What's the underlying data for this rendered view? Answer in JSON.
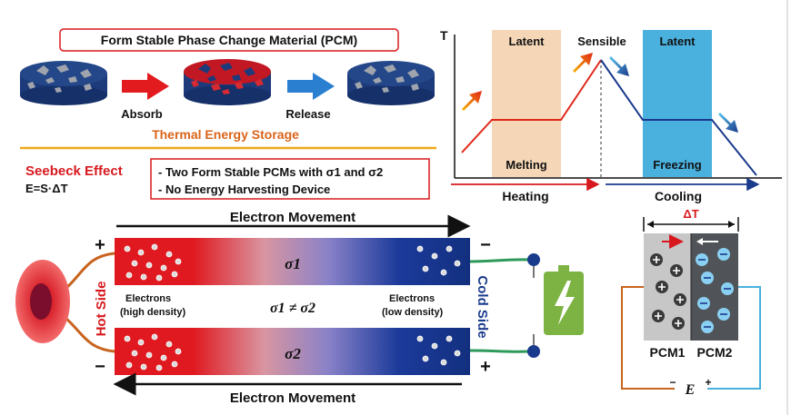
{
  "pcm_panel": {
    "title": "Form Stable Phase Change Material (PCM)",
    "absorb_label": "Absorb",
    "release_label": "Release",
    "storage_label": "Thermal Energy Storage"
  },
  "seebeck": {
    "title": "Seebeck Effect",
    "equation": "E=S·ΔT",
    "points": [
      "- Two Form Stable PCMs with σ1 and σ2",
      "- No Energy Harvesting Device"
    ]
  },
  "temperature_chart": {
    "y_axis_label": "T",
    "regions": [
      "Latent",
      "Sensible",
      "Latent"
    ],
    "phase_labels": [
      "Melting",
      "Freezing"
    ],
    "process_labels": [
      "Heating",
      "Cooling"
    ]
  },
  "device": {
    "top_arrow_label": "Electron Movement",
    "bottom_arrow_label": "Electron Movement",
    "sigma1": "σ1",
    "sigma2": "σ2",
    "sigma_relation": "σ1 ≠ σ2",
    "hot_side": "Hot Side",
    "cold_side": "Cold Side",
    "left_electrons_line1": "Electrons",
    "left_electrons_line2": "(high density)",
    "right_electrons_line1": "Electrons",
    "right_electrons_line2": "(low density)",
    "plus": "+",
    "minus": "−"
  },
  "junction": {
    "delta_t": "ΔT",
    "pcm1": "PCM1",
    "pcm2": "PCM2",
    "voltage": "E",
    "minus": "−",
    "plus": "+"
  },
  "colors": {
    "hot_red": "#d7191f",
    "cold_blue": "#1a3a8c",
    "latent_peach": "#f5d7b8",
    "latent_cyan": "#4ab0de",
    "storage_orange": "#d9641a",
    "battery_green": "#7cb342"
  }
}
